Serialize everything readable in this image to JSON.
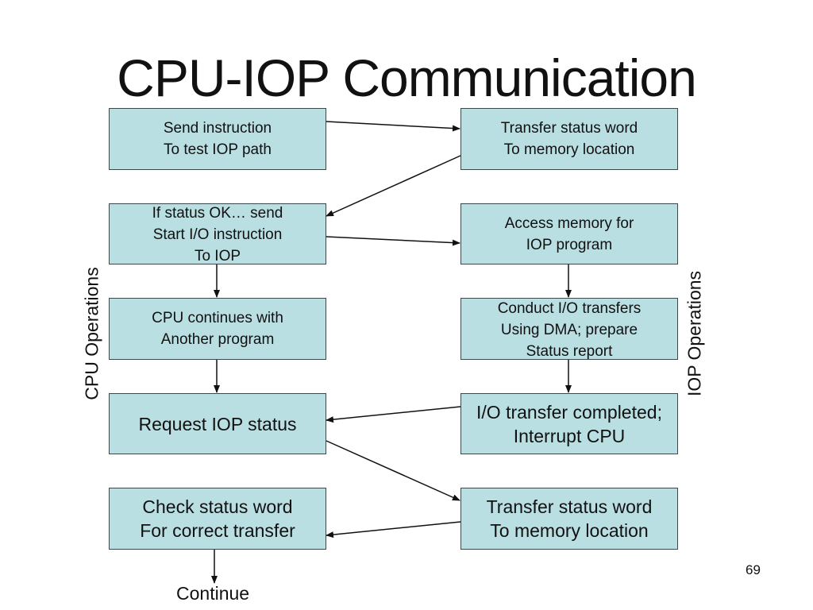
{
  "slide": {
    "title": "CPU-IOP Communication",
    "page_number": "69",
    "colors": {
      "box_fill": "#b9dfe3",
      "box_border": "#3a4a4c",
      "arrow": "#111111"
    }
  },
  "lanes": {
    "cpu_label": "CPU Operations",
    "iop_label": "IOP Operations"
  },
  "cpu_steps": [
    {
      "id": "cpu1",
      "text": "Send instruction\nTo test IOP path"
    },
    {
      "id": "cpu2",
      "text": "If status OK… send\nStart I/O instruction\nTo IOP"
    },
    {
      "id": "cpu3",
      "text": "CPU continues with\nAnother program"
    },
    {
      "id": "cpu4",
      "text": "Request IOP status"
    },
    {
      "id": "cpu5",
      "text": "Check status word\nFor correct transfer"
    }
  ],
  "iop_steps": [
    {
      "id": "iop1",
      "text": "Transfer status word\nTo memory location"
    },
    {
      "id": "iop2",
      "text": "Access memory for\nIOP program"
    },
    {
      "id": "iop3",
      "text": "Conduct I/O transfers\nUsing DMA; prepare\nStatus report"
    },
    {
      "id": "iop4",
      "text": "I/O transfer completed;\nInterrupt CPU"
    },
    {
      "id": "iop5",
      "text": "Transfer status word\nTo memory location"
    }
  ],
  "end_label": "Continue",
  "connections": [
    {
      "from": "cpu1",
      "to": "iop1"
    },
    {
      "from": "iop1",
      "to": "cpu2"
    },
    {
      "from": "cpu2",
      "to": "iop2"
    },
    {
      "from": "cpu2",
      "to": "cpu3"
    },
    {
      "from": "cpu3",
      "to": "cpu4"
    },
    {
      "from": "iop2",
      "to": "iop3"
    },
    {
      "from": "iop3",
      "to": "iop4"
    },
    {
      "from": "iop4",
      "to": "cpu4"
    },
    {
      "from": "cpu4",
      "to": "iop5"
    },
    {
      "from": "iop5",
      "to": "cpu5"
    },
    {
      "from": "cpu5",
      "to": "continue"
    }
  ]
}
